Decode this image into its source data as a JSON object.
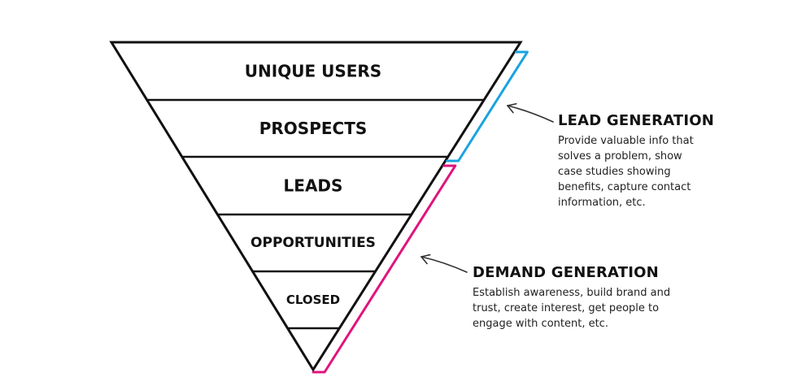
{
  "funnel": {
    "stages": [
      {
        "label": "UNIQUE USERS"
      },
      {
        "label": "PROSPECTS"
      },
      {
        "label": "LEADS"
      },
      {
        "label": "OPPORTUNITIES"
      },
      {
        "label": "CLOSED"
      },
      {
        "label": ""
      }
    ],
    "outline_color": "#111111"
  },
  "lead_generation": {
    "title": "LEAD GENERATION",
    "lines": [
      "Provide valuable info that",
      "solves a problem, show",
      "case studies showing",
      "benefits, capture contact",
      "information, etc."
    ],
    "bracket_color": "#1aa3e0"
  },
  "demand_generation": {
    "title": "DEMAND GENERATION",
    "lines": [
      "Establish awareness, build brand and",
      "trust, create interest, get people to",
      "engage with content, etc."
    ],
    "bracket_color": "#e0147c"
  }
}
